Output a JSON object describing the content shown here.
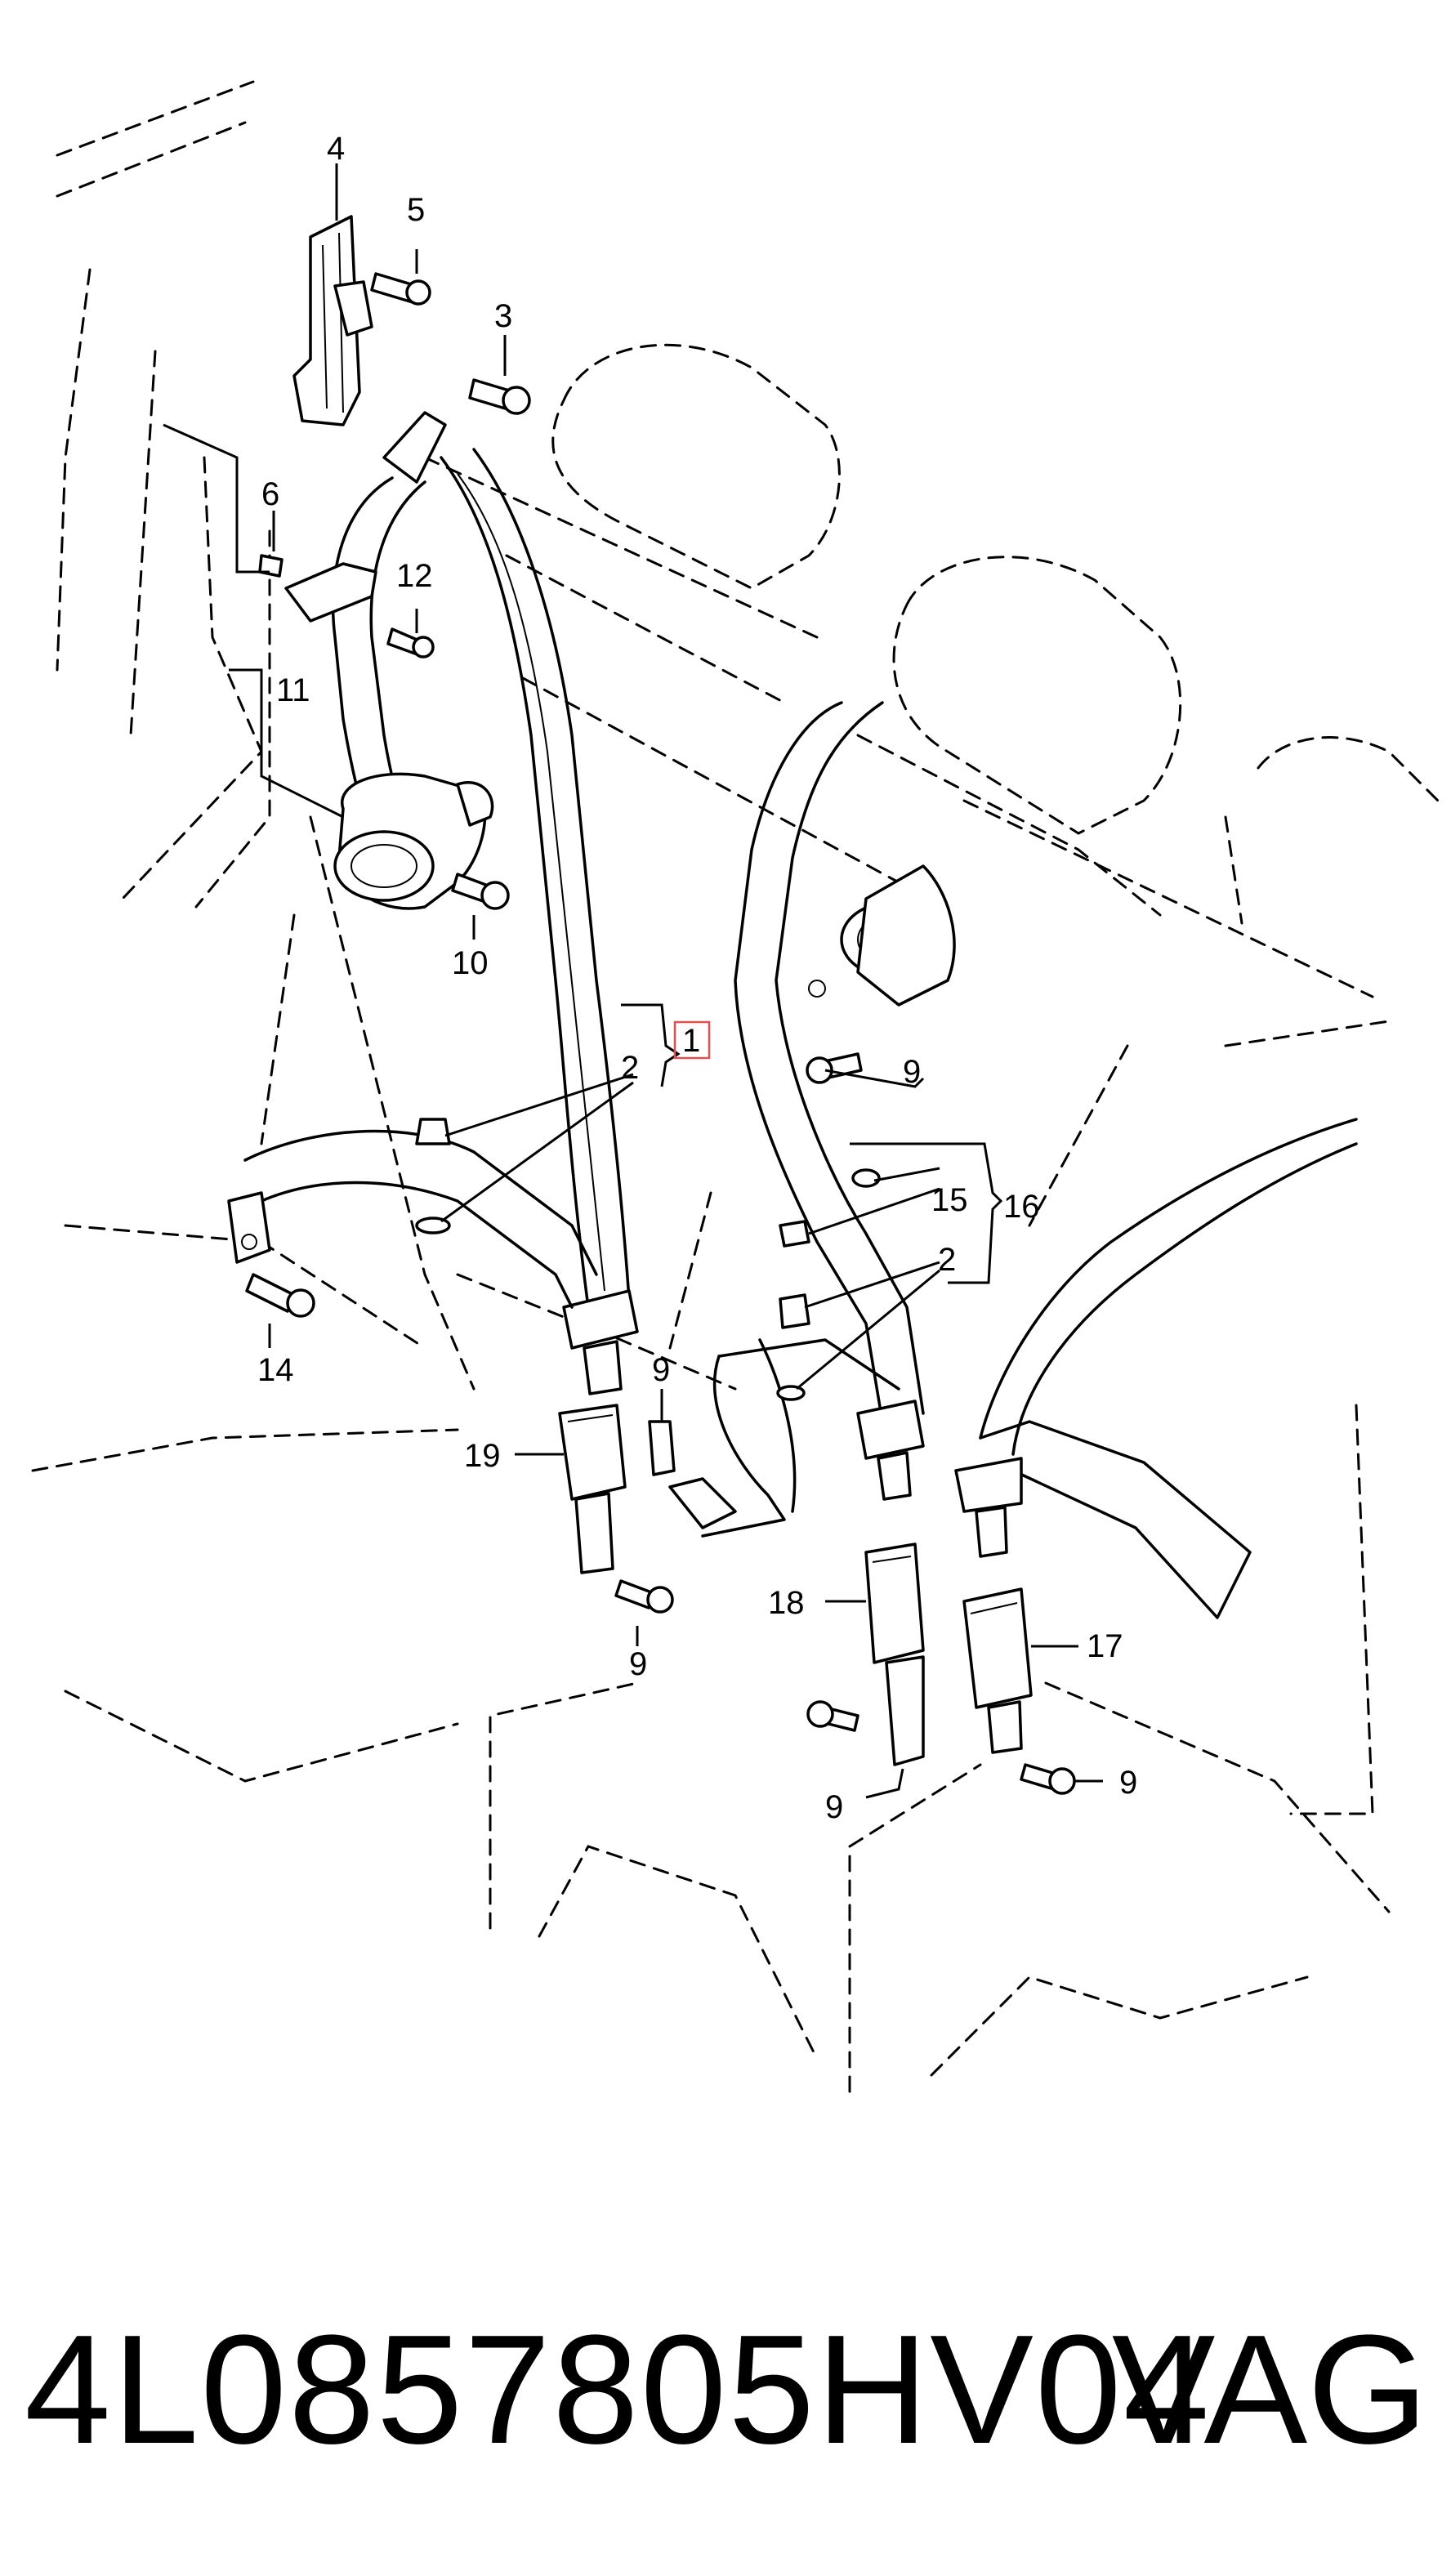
{
  "diagram": {
    "callouts": {
      "c1": "1",
      "c2a": "2",
      "c2b": "2",
      "c3": "3",
      "c4": "4",
      "c5": "5",
      "c6": "6",
      "c9a": "9",
      "c9b": "9",
      "c9c": "9",
      "c9d": "9",
      "c9e": "9",
      "c10": "10",
      "c11": "11",
      "c12": "12",
      "c14": "14",
      "c15": "15",
      "c16": "16",
      "c17": "17",
      "c18": "18",
      "c19": "19"
    },
    "highlight_color": "#e05050"
  },
  "caption": {
    "part_number": "4L0857805HV04",
    "brand": "VAG"
  }
}
